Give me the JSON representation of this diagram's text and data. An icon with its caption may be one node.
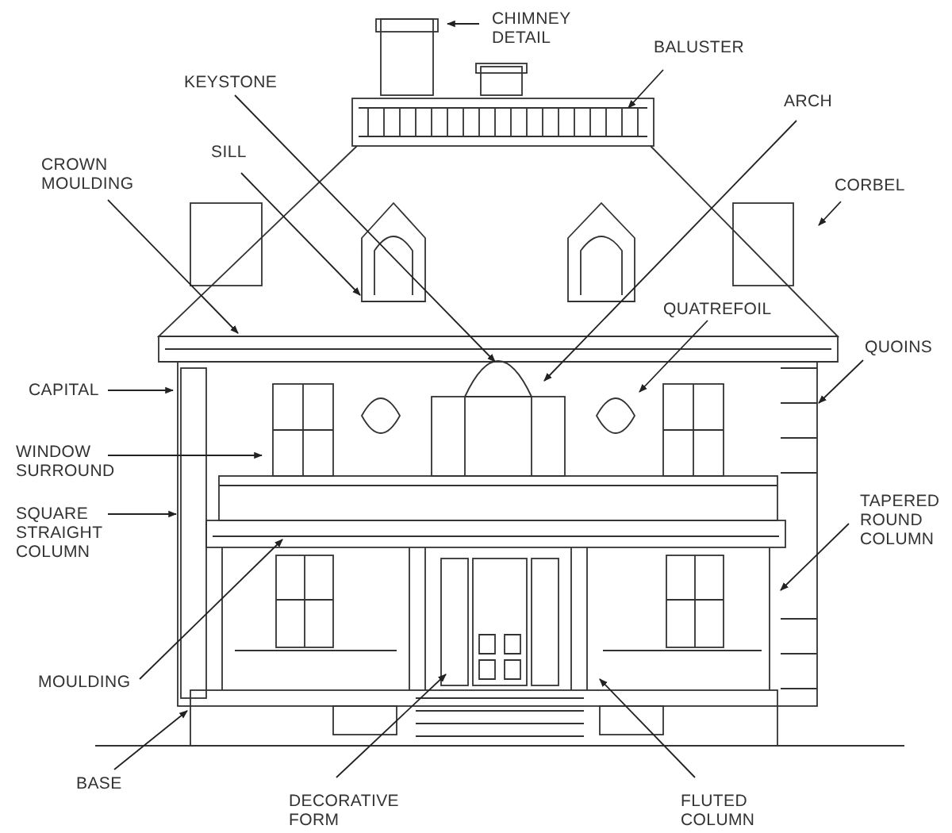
{
  "diagram": {
    "nodes": [
      {
        "text": [
          "CHIMNEY DETAIL"
        ]
      },
      {
        "text": [
          "BALUSTER"
        ]
      },
      {
        "text": [
          "KEYSTONE"
        ]
      },
      {
        "text": [
          "ARCH"
        ]
      },
      {
        "text": [
          "SILL"
        ]
      },
      {
        "text": [
          "CROWN MOULDING"
        ]
      },
      {
        "text": [
          "CORBEL"
        ]
      },
      {
        "text": [
          "QUATREFOIL"
        ]
      },
      {
        "text": [
          "QUOINS"
        ]
      },
      {
        "text": [
          "CAPITAL"
        ]
      },
      {
        "text": [
          "WINDOW SURROUND"
        ]
      },
      {
        "text": [
          "SQUARE STRAIGHT COLUMN"
        ]
      },
      {
        "text": [
          "TAPERED ROUND COLUMN"
        ]
      },
      {
        "text": [
          "MOULDING"
        ]
      },
      {
        "text": [
          "BASE"
        ]
      },
      {
        "text": [
          "DECORATIVE FORM"
        ]
      },
      {
        "text": [
          "FLUTED COLUMN"
        ]
      }
    ],
    "edges": [
      {
        "from": 0,
        "to": null,
        "arrow": "to"
      },
      {
        "from": 1,
        "to": null,
        "arrow": "to"
      },
      {
        "from": 2,
        "to": null,
        "arrow": "to"
      },
      {
        "from": 3,
        "to": null,
        "arrow": "to"
      },
      {
        "from": 4,
        "to": null,
        "arrow": "to"
      },
      {
        "from": 5,
        "to": null,
        "arrow": "to"
      },
      {
        "from": 6,
        "to": null,
        "arrow": "to"
      },
      {
        "from": 7,
        "to": null,
        "arrow": "to"
      },
      {
        "from": 8,
        "to": null,
        "arrow": "to"
      },
      {
        "from": 9,
        "to": null,
        "arrow": "to"
      },
      {
        "from": 10,
        "to": null,
        "arrow": "to"
      },
      {
        "from": 11,
        "to": null,
        "arrow": "to"
      },
      {
        "from": 12,
        "to": null,
        "arrow": "to"
      },
      {
        "from": 13,
        "to": null,
        "arrow": "to"
      },
      {
        "from": 14,
        "to": null,
        "arrow": "to"
      },
      {
        "from": 15,
        "to": null,
        "arrow": "to"
      },
      {
        "from": 16,
        "to": null,
        "arrow": "to"
      }
    ]
  }
}
